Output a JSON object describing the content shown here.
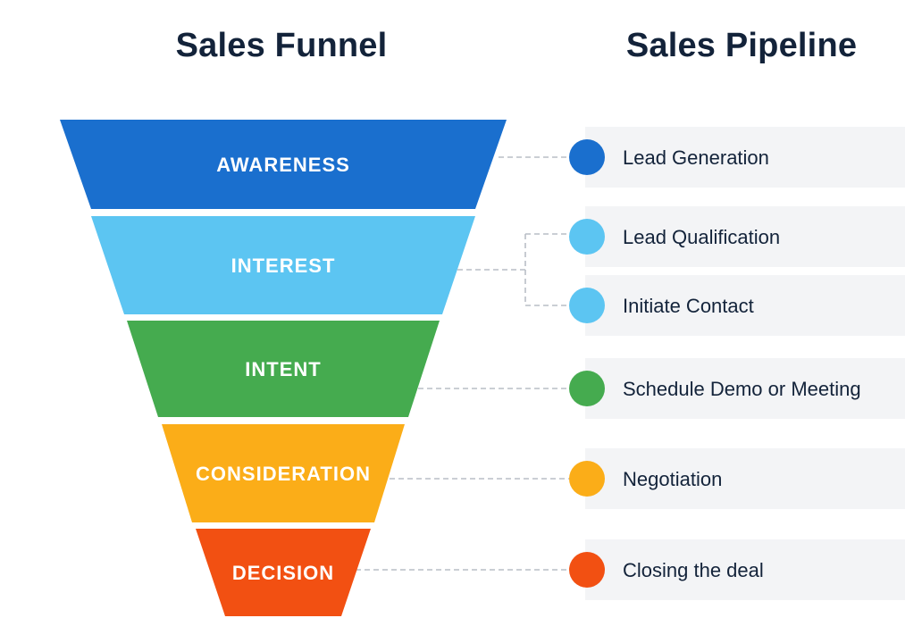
{
  "headings": {
    "funnel": "Sales Funnel",
    "pipeline": "Sales Pipeline"
  },
  "funnel_stages": [
    {
      "label": "AWARENESS",
      "color": "#1a6fce"
    },
    {
      "label": "INTEREST",
      "color": "#5cc5f2"
    },
    {
      "label": "INTENT",
      "color": "#45ab4f"
    },
    {
      "label": "CONSIDERATION",
      "color": "#fbad18"
    },
    {
      "label": "DECISION",
      "color": "#f25012"
    }
  ],
  "pipeline_items": [
    {
      "label": "Lead Generation",
      "color": "#1a6fce",
      "stage": 0
    },
    {
      "label": "Lead Qualification",
      "color": "#5cc5f2",
      "stage": 1
    },
    {
      "label": "Initiate Contact",
      "color": "#5cc5f2",
      "stage": 1
    },
    {
      "label": "Schedule Demo or Meeting",
      "color": "#45ab4f",
      "stage": 2
    },
    {
      "label": "Negotiation",
      "color": "#fbad18",
      "stage": 3
    },
    {
      "label": "Closing the deal",
      "color": "#f25012",
      "stage": 4
    }
  ]
}
